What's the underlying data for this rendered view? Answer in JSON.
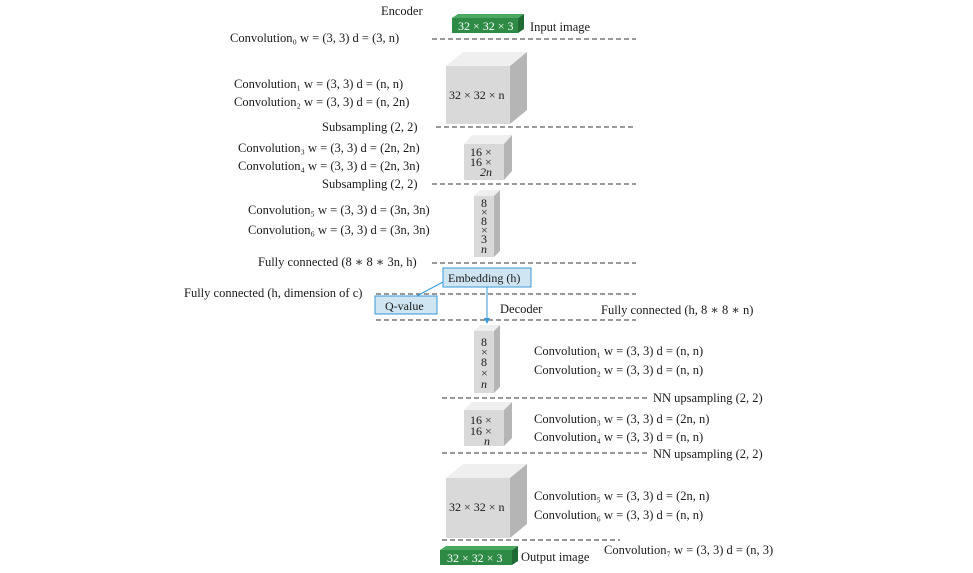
{
  "encoder": {
    "title": "Encoder",
    "input_image": {
      "label": "32 × 32 × 3",
      "caption": "Input image"
    },
    "conv0": "Convolution₀  w = (3, 3)   d = (3, n)",
    "conv1": "Convolution₁  w = (3, 3)   d = (n, n)",
    "conv2": "Convolution₂  w = (3, 3)  d = (n, 2n)",
    "block1": "32 × 32 × n",
    "sub1": "Subsampling (2, 2)",
    "conv3": "Convolution₃  w = (3, 3)  d = (2n, 2n)",
    "conv4": "Convolution₄  w = (3, 3)  d = (2n, 3n)",
    "block2": [
      "16 ×",
      "16 ×",
      "2n"
    ],
    "sub2": "Subsampling (2, 2)",
    "conv5": "Convolution₅  w = (3, 3)  d = (3n, 3n)",
    "conv6": "Convolution₆  w = (3, 3)  d = (3n, 3n)",
    "block3": [
      "8",
      "×",
      "8",
      "×",
      "3",
      "n"
    ],
    "fc1": "Fully connected (8 ∗ 8 ∗ 3n, h)",
    "embedding": "Embedding (h)",
    "fc2": "Fully connected (h, dimension of c)",
    "qvalue": "Q-value"
  },
  "decoder": {
    "title": "Decoder",
    "fc": "Fully connected (h, 8 ∗ 8 ∗ n)",
    "block1": [
      "8",
      "×",
      "8",
      "×",
      "n"
    ],
    "conv1": "Convolution₁  w = (3, 3)  d = (n, n)",
    "conv2": "Convolution₂  w = (3, 3)  d = (n, n)",
    "up1": "NN upsampling (2, 2)",
    "block2": [
      "16 ×",
      "16 ×",
      "n"
    ],
    "conv3": "Convolution₃  w = (3, 3)  d = (2n, n)",
    "conv4": "Convolution₄  w = (3, 3)  d = (n, n)",
    "up2": "NN upsampling (2, 2)",
    "block3": "32 × 32 × n",
    "conv5": "Convolution₅  w = (3, 3)  d = (2n, n)",
    "conv6": "Convolution₆  w = (3, 3)  d = (n, n)",
    "output_image": {
      "label": "32 × 32 × 3",
      "caption": "Output image"
    },
    "conv7": "Convolution₇  w = (3, 3)  d = (n, 3)"
  },
  "colors": {
    "image_green": "#2e8b45",
    "block_gray": "#d9d9d9",
    "highlight_blue": "#cfe6f2",
    "border_blue": "#3a9ad9"
  }
}
